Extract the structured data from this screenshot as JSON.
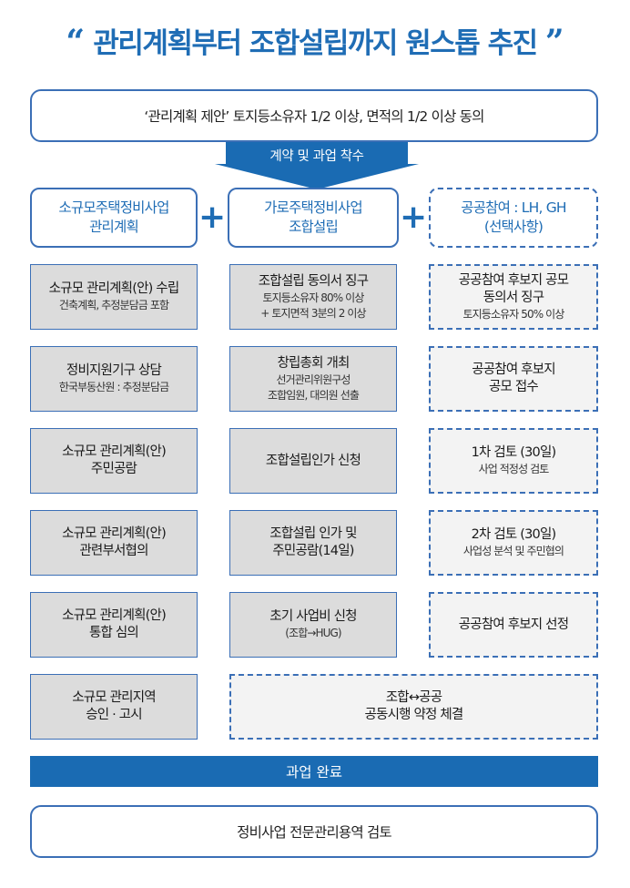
{
  "title": {
    "open_quote": "“",
    "text": "관리계획부터 조합설립까지 원스톱 추진",
    "close_quote": "”"
  },
  "top_banner": "‘관리계획 제안’ 토지등소유자 1/2 이상, 면적의 1/2 이상 동의",
  "arrow_label": "계약 및 과업 착수",
  "plus_symbol": "+",
  "columns": [
    {
      "header": [
        "소규모주택정비사업",
        "관리계획"
      ],
      "boxes": [
        {
          "main": [
            "소규모 관리계획(안) 수립"
          ],
          "sub": [
            "건축계획, 추정분담금 포함"
          ]
        },
        {
          "main": [
            "정비지원기구 상담"
          ],
          "sub": [
            "한국부동산원 : 추정분담금"
          ]
        },
        {
          "main": [
            "소규모 관리계획(안)",
            "주민공람"
          ],
          "sub": []
        },
        {
          "main": [
            "소규모 관리계획(안)",
            "관련부서협의"
          ],
          "sub": []
        },
        {
          "main": [
            "소규모 관리계획(안)",
            "통합 심의"
          ],
          "sub": []
        },
        {
          "main": [
            "소규모 관리지역",
            "승인 · 고시"
          ],
          "sub": []
        }
      ]
    },
    {
      "header": [
        "가로주택정비사업",
        "조합설립"
      ],
      "boxes": [
        {
          "main": [
            "조합설립 동의서 징구"
          ],
          "sub": [
            "토지등소유자 80% 이상",
            "+ 토지면적 3분의 2 이상"
          ]
        },
        {
          "main": [
            "창립총회 개최"
          ],
          "sub": [
            "선거관리위원구성",
            "조합임원, 대의원 선출"
          ]
        },
        {
          "main": [
            "조합설립인가 신청"
          ],
          "sub": []
        },
        {
          "main": [
            "조합설립 인가 및",
            "주민공람(14일)"
          ],
          "sub": []
        },
        {
          "main": [
            "초기 사업비 신청"
          ],
          "sub": [
            "(조합→HUG)"
          ]
        }
      ]
    },
    {
      "header": [
        "공공참여 : LH, GH",
        "(선택사항)"
      ],
      "boxes": [
        {
          "main": [
            "공공참여 후보지 공모",
            "동의서 징구"
          ],
          "sub": [
            "토지등소유자 50% 이상"
          ]
        },
        {
          "main": [
            "공공참여 후보지",
            "공모 접수"
          ],
          "sub": []
        },
        {
          "main": [
            "1차 검토 (30일)"
          ],
          "sub": [
            "사업 적정성 검토"
          ]
        },
        {
          "main": [
            "2차 검토 (30일)"
          ],
          "sub": [
            "사업성 분석 및 주민협의"
          ]
        },
        {
          "main": [
            "공공참여 후보지 선정"
          ],
          "sub": []
        }
      ]
    }
  ],
  "joint_box": {
    "main": [
      "조합↔공공",
      "공동시행 약정 체결"
    ],
    "sub": []
  },
  "completion_bar": "과업 완료",
  "bottom_banner": "정비사업 전문관리용역 검토",
  "colors": {
    "accent_blue": "#1f6db5",
    "border_blue": "#3b6fb6",
    "box_gray": "#dcdcdc",
    "dashed_box_fill": "#f3f3f3",
    "completion_bar": "#1a6bb3"
  }
}
